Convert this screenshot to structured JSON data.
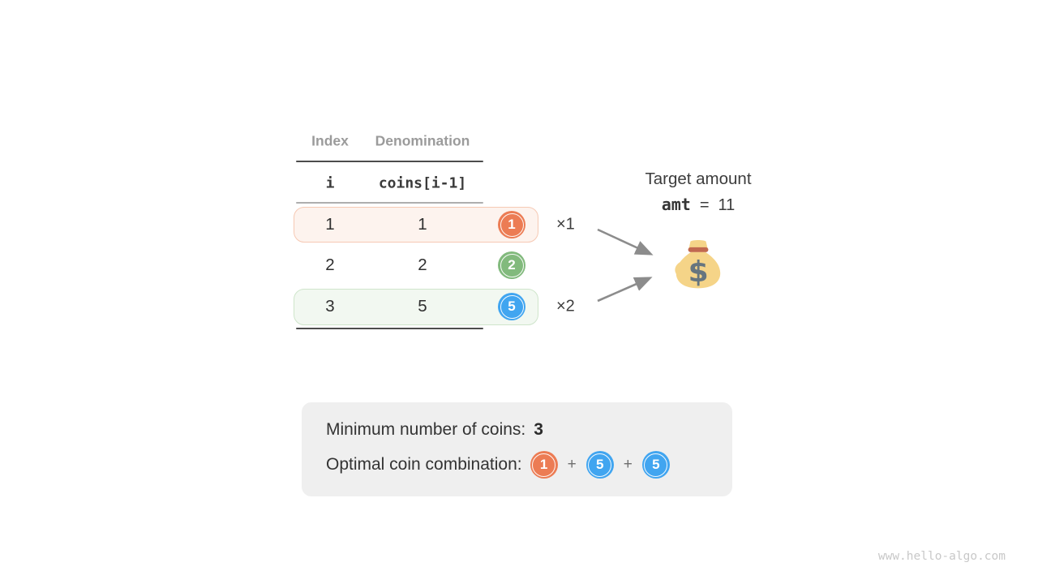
{
  "table": {
    "headers": {
      "index": "Index",
      "denomination": "Denomination"
    },
    "var_row": {
      "index": "i",
      "denomination": "coins[i-1]"
    },
    "rows": [
      {
        "index": "1",
        "denomination": "1",
        "coin_label": "1",
        "coin_color": "#EC7C54"
      },
      {
        "index": "2",
        "denomination": "2",
        "coin_label": "2",
        "coin_color": "#82BA7D"
      },
      {
        "index": "3",
        "denomination": "5",
        "coin_label": "5",
        "coin_color": "#41A5F0"
      }
    ]
  },
  "multipliers": {
    "row1": "×1",
    "row3": "×2"
  },
  "target": {
    "label": "Target amount",
    "variable": "amt",
    "equals": "=",
    "value": "11"
  },
  "result": {
    "min_coins_label": "Minimum number of coins:",
    "min_coins_value": "3",
    "combination_label": "Optimal coin combination:",
    "plus": "+",
    "coins": [
      {
        "label": "1",
        "color": "#EC7C54"
      },
      {
        "label": "5",
        "color": "#41A5F0"
      },
      {
        "label": "5",
        "color": "#41A5F0"
      }
    ]
  },
  "icons": {
    "money_bag": "money-bag-icon",
    "arrows": "arrow-icon"
  },
  "colors": {
    "row1_bg": "#FDF3EE",
    "row1_border": "#F6C9B4",
    "row3_bg": "#F2F8F1",
    "row3_border": "#CFE5CB",
    "arrow": "#8C8C8C",
    "result_box_bg": "#EFEFEF",
    "header_text": "#9B9B9B",
    "bag_body": "#F5D488",
    "bag_band": "#C1694F",
    "bag_dollar": "#66757F"
  },
  "watermark": "www.hello-algo.com"
}
